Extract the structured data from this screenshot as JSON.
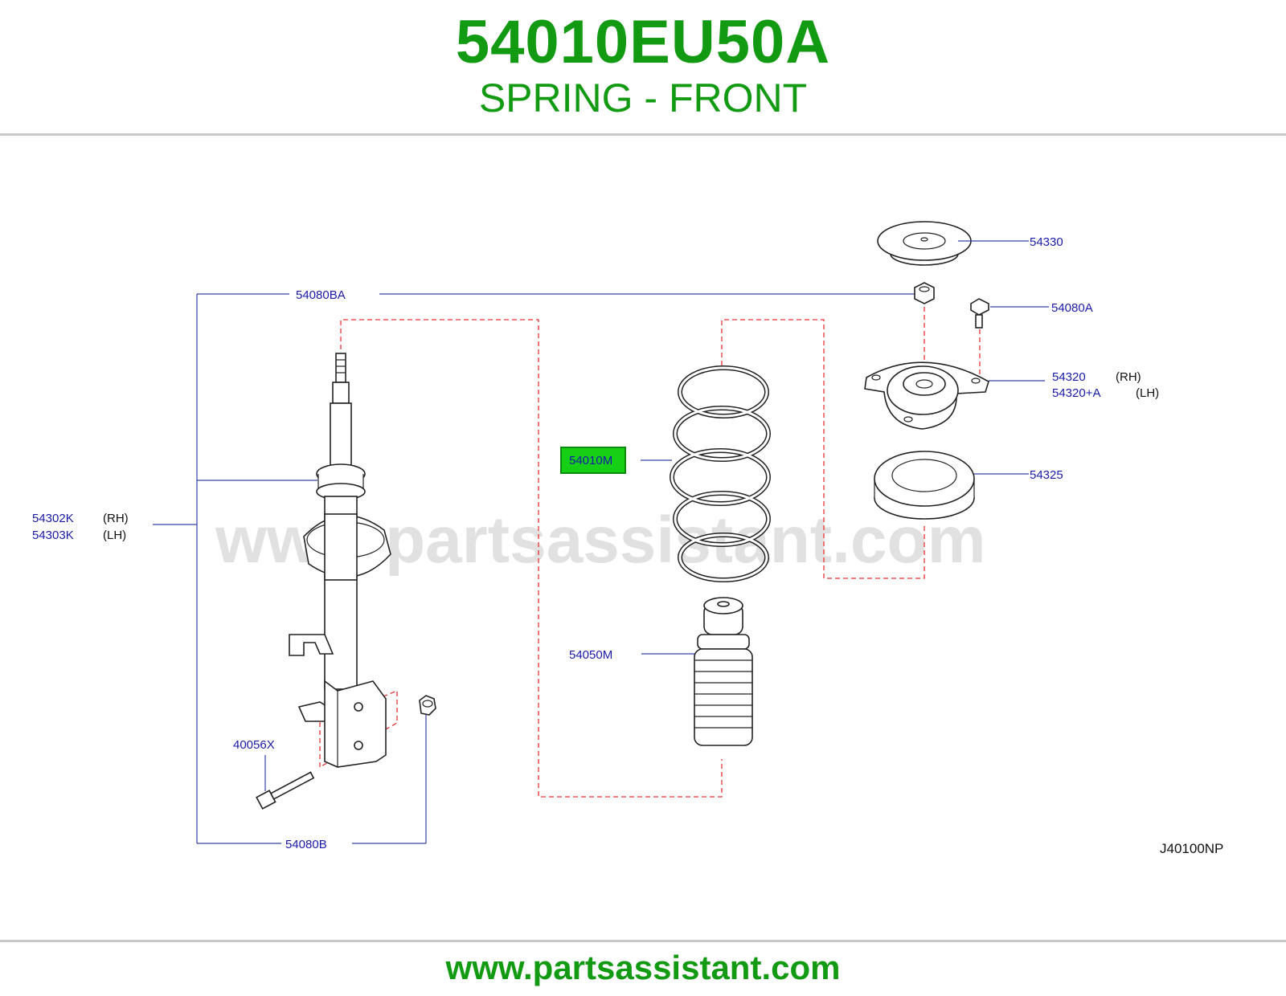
{
  "header": {
    "part_number": "54010EU50A",
    "part_description": "SPRING - FRONT"
  },
  "diagram": {
    "code": "J40100NP",
    "watermark": "www.partsassistant.com",
    "highlighted_callout": "54010M",
    "callouts": {
      "c54330": "54330",
      "c54080BA": "54080BA",
      "c54080A": "54080A",
      "c54320": "54320",
      "c54320_rh": "(RH)",
      "c54320A": "54320+A",
      "c54320A_lh": "(LH)",
      "c54010M": "54010M",
      "c54325": "54325",
      "c54302K": "54302K",
      "c54302K_rh": "(RH)",
      "c54303K": "54303K",
      "c54303K_lh": "(LH)",
      "c54050M": "54050M",
      "c40056X": "40056X",
      "c54080B": "54080B"
    }
  },
  "footer": {
    "url": "www.partsassistant.com"
  },
  "colors": {
    "brand_green": "#139a13",
    "callout_blue": "#1a1aa8",
    "highlight_green": "#16d016"
  }
}
